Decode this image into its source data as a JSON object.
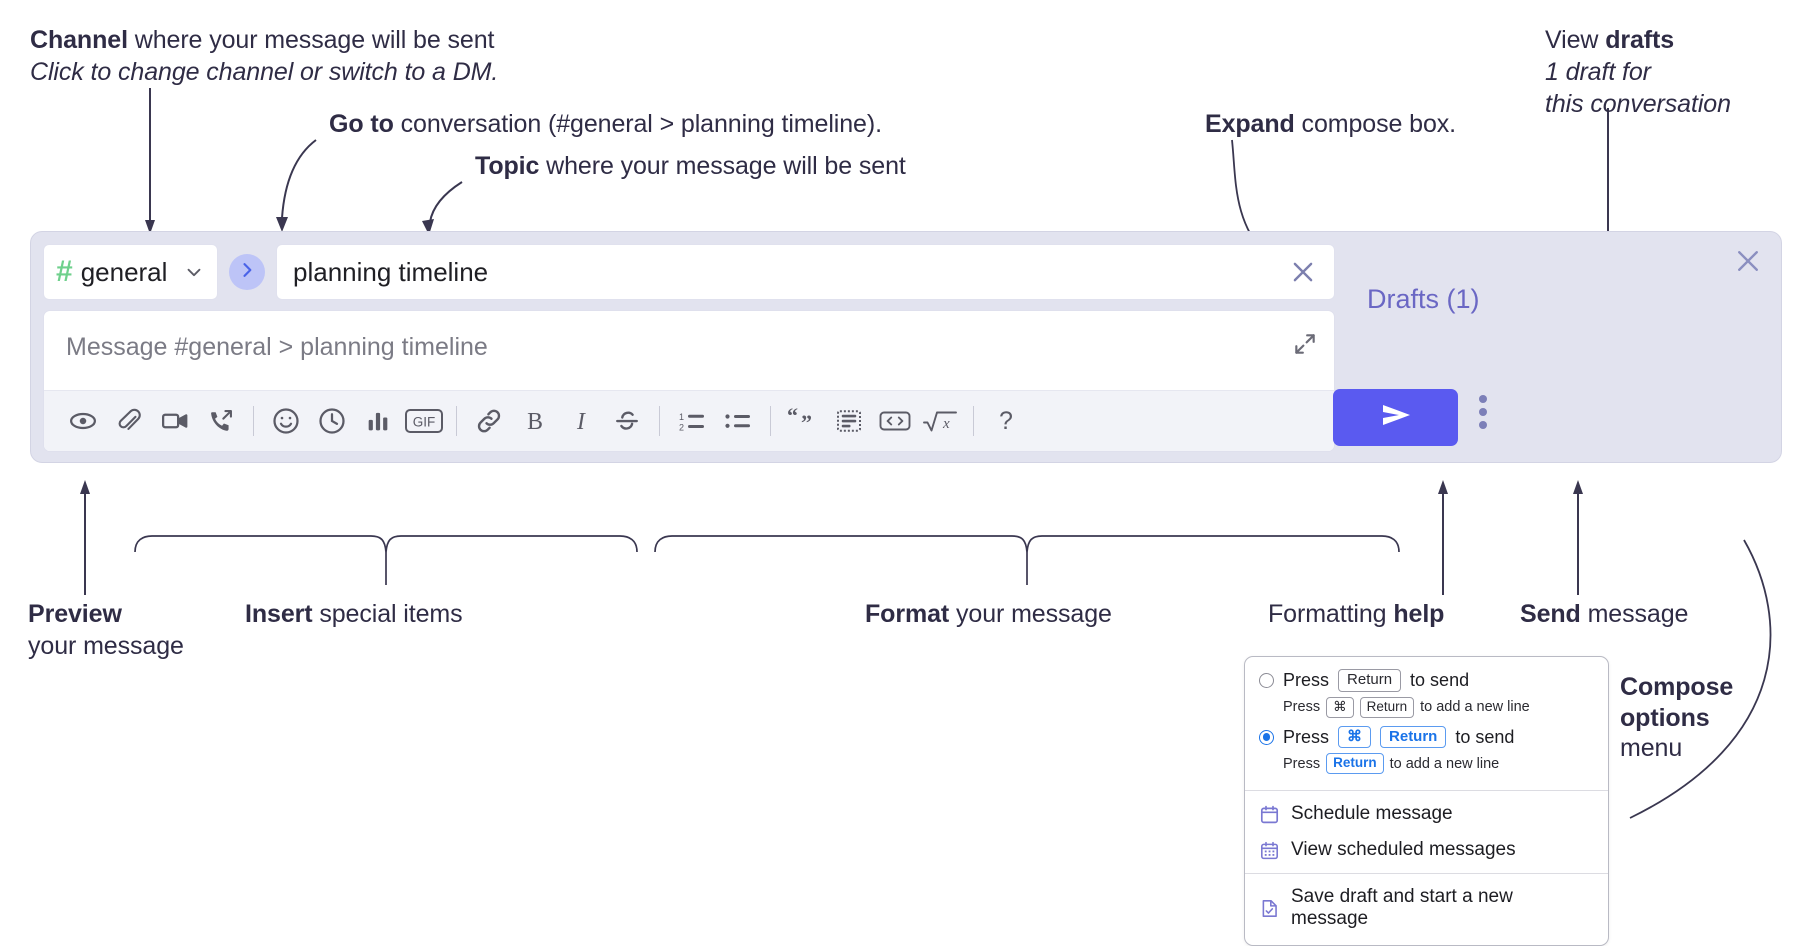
{
  "annotations": {
    "channel_title_bold": "Channel",
    "channel_title_rest": " where your message will be sent",
    "channel_sub": "Click to change channel or switch to a DM.",
    "goto_bold": "Go to",
    "goto_rest": " conversation (#general > planning timeline).",
    "topic_bold": "Topic",
    "topic_rest": " where your message will be sent",
    "expand_bold": "Expand",
    "expand_rest": " compose box.",
    "drafts_bold_pre": "View ",
    "drafts_bold": "drafts",
    "drafts_sub_line1": "1 draft for",
    "drafts_sub_line2": "this conversation",
    "preview_bold": "Preview",
    "preview_line2": "your message",
    "insert_bold": "Insert",
    "insert_rest": " special items",
    "format_bold": "Format",
    "format_rest": " your message",
    "help_pre": "Formatting ",
    "help_bold": "help",
    "send_bold": "Send",
    "send_rest": " message",
    "compose_opts_bold_l1": "Compose",
    "compose_opts_bold_l2": "options",
    "compose_opts_l3": "menu"
  },
  "compose": {
    "channel": {
      "hash": "#",
      "name": "general",
      "icon": "chevron-down-icon"
    },
    "goto_icon": "chevron-right-icon",
    "topic": {
      "value": "planning timeline",
      "clear_icon": "close-icon"
    },
    "message": {
      "placeholder": "Message #general > planning timeline",
      "expand_icon": "expand-icon"
    },
    "panel_close_icon": "close-icon",
    "drafts_label": "Drafts (1)",
    "send_icon": "send-paper-plane-icon",
    "kebab_icon": "more-options-vertical-icon",
    "toolbar": [
      {
        "name": "preview-icon",
        "label": "Preview"
      },
      {
        "name": "attachment-icon",
        "label": "Attach file"
      },
      {
        "name": "video-camera-icon",
        "label": "Record video clip"
      },
      {
        "name": "phone-forward-icon",
        "label": "Record audio clip"
      },
      {
        "sep": true
      },
      {
        "name": "emoji-smiley-icon",
        "label": "Emoji"
      },
      {
        "name": "clock-icon",
        "label": "Reminder"
      },
      {
        "name": "bar-chart-icon",
        "label": "Poll"
      },
      {
        "name": "gif-icon",
        "label": "GIF"
      },
      {
        "sep": true
      },
      {
        "name": "link-icon",
        "label": "Link"
      },
      {
        "name": "bold-icon",
        "label": "Bold"
      },
      {
        "name": "italic-icon",
        "label": "Italic"
      },
      {
        "name": "strikethrough-icon",
        "label": "Strikethrough"
      },
      {
        "sep": true
      },
      {
        "name": "ordered-list-icon",
        "label": "Ordered list"
      },
      {
        "name": "bulleted-list-icon",
        "label": "Bulleted list"
      },
      {
        "sep": true
      },
      {
        "name": "blockquote-icon",
        "label": "Blockquote"
      },
      {
        "name": "code-block-icon",
        "label": "Code block"
      },
      {
        "name": "inline-code-icon",
        "label": "Code"
      },
      {
        "name": "math-sqrt-icon",
        "label": "Math"
      },
      {
        "sep": true
      },
      {
        "name": "help-question-icon",
        "label": "Formatting help"
      }
    ]
  },
  "context_menu": {
    "options": [
      {
        "selected": false,
        "main": {
          "pre": "Press",
          "key": "Return",
          "post": "to send"
        },
        "sub": {
          "pre": "Press",
          "key1": "⌘",
          "key2": "Return",
          "post": "to add a new line"
        }
      },
      {
        "selected": true,
        "main": {
          "pre": "Press",
          "key1": "⌘",
          "key2": "Return",
          "post": "to send"
        },
        "sub": {
          "pre": "Press",
          "key": "Return",
          "post": "to add a new line"
        }
      }
    ],
    "rows": [
      {
        "icon": "calendar-schedule-icon",
        "label": "Schedule message"
      },
      {
        "icon": "calendar-grid-icon",
        "label": "View scheduled messages"
      },
      {
        "icon": "save-draft-icon",
        "label": "Save draft and start a new message",
        "divider_before": true
      }
    ]
  },
  "colors": {
    "panel_bg": "#e2e3ef",
    "accent_send": "#5a5af0",
    "drafts_text": "#6a67c4",
    "hash_green": "#6fd08c",
    "goto_circle": "#bdc4f7",
    "blue_key": "#1a73e8"
  }
}
